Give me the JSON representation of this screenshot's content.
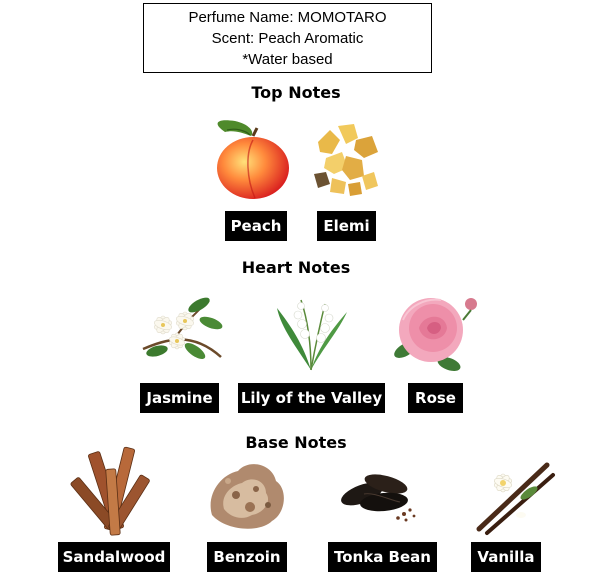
{
  "info": {
    "line1": "Perfume Name: MOMOTARO",
    "line2": "Scent: Peach Aromatic",
    "line3": "*Water based"
  },
  "sections": {
    "top": "Top Notes",
    "heart": "Heart Notes",
    "base": "Base Notes"
  },
  "notes": {
    "peach": "Peach",
    "elemi": "Elemi",
    "jasmine": "Jasmine",
    "lily": "Lily of the Valley",
    "rose": "Rose",
    "sandalwood": "Sandalwood",
    "benzoin": "Benzoin",
    "tonka": "Tonka Bean",
    "vanilla": "Vanilla"
  },
  "icons": {
    "peach": "peach-fruit-icon",
    "elemi": "elemi-resin-icon",
    "jasmine": "jasmine-flower-icon",
    "lily": "lily-of-the-valley-icon",
    "rose": "rose-flower-icon",
    "sandalwood": "sandalwood-sticks-icon",
    "benzoin": "benzoin-resin-icon",
    "tonka": "tonka-bean-icon",
    "vanilla": "vanilla-pod-icon"
  },
  "colors": {
    "label_bg": "#000000",
    "label_text": "#ffffff"
  }
}
